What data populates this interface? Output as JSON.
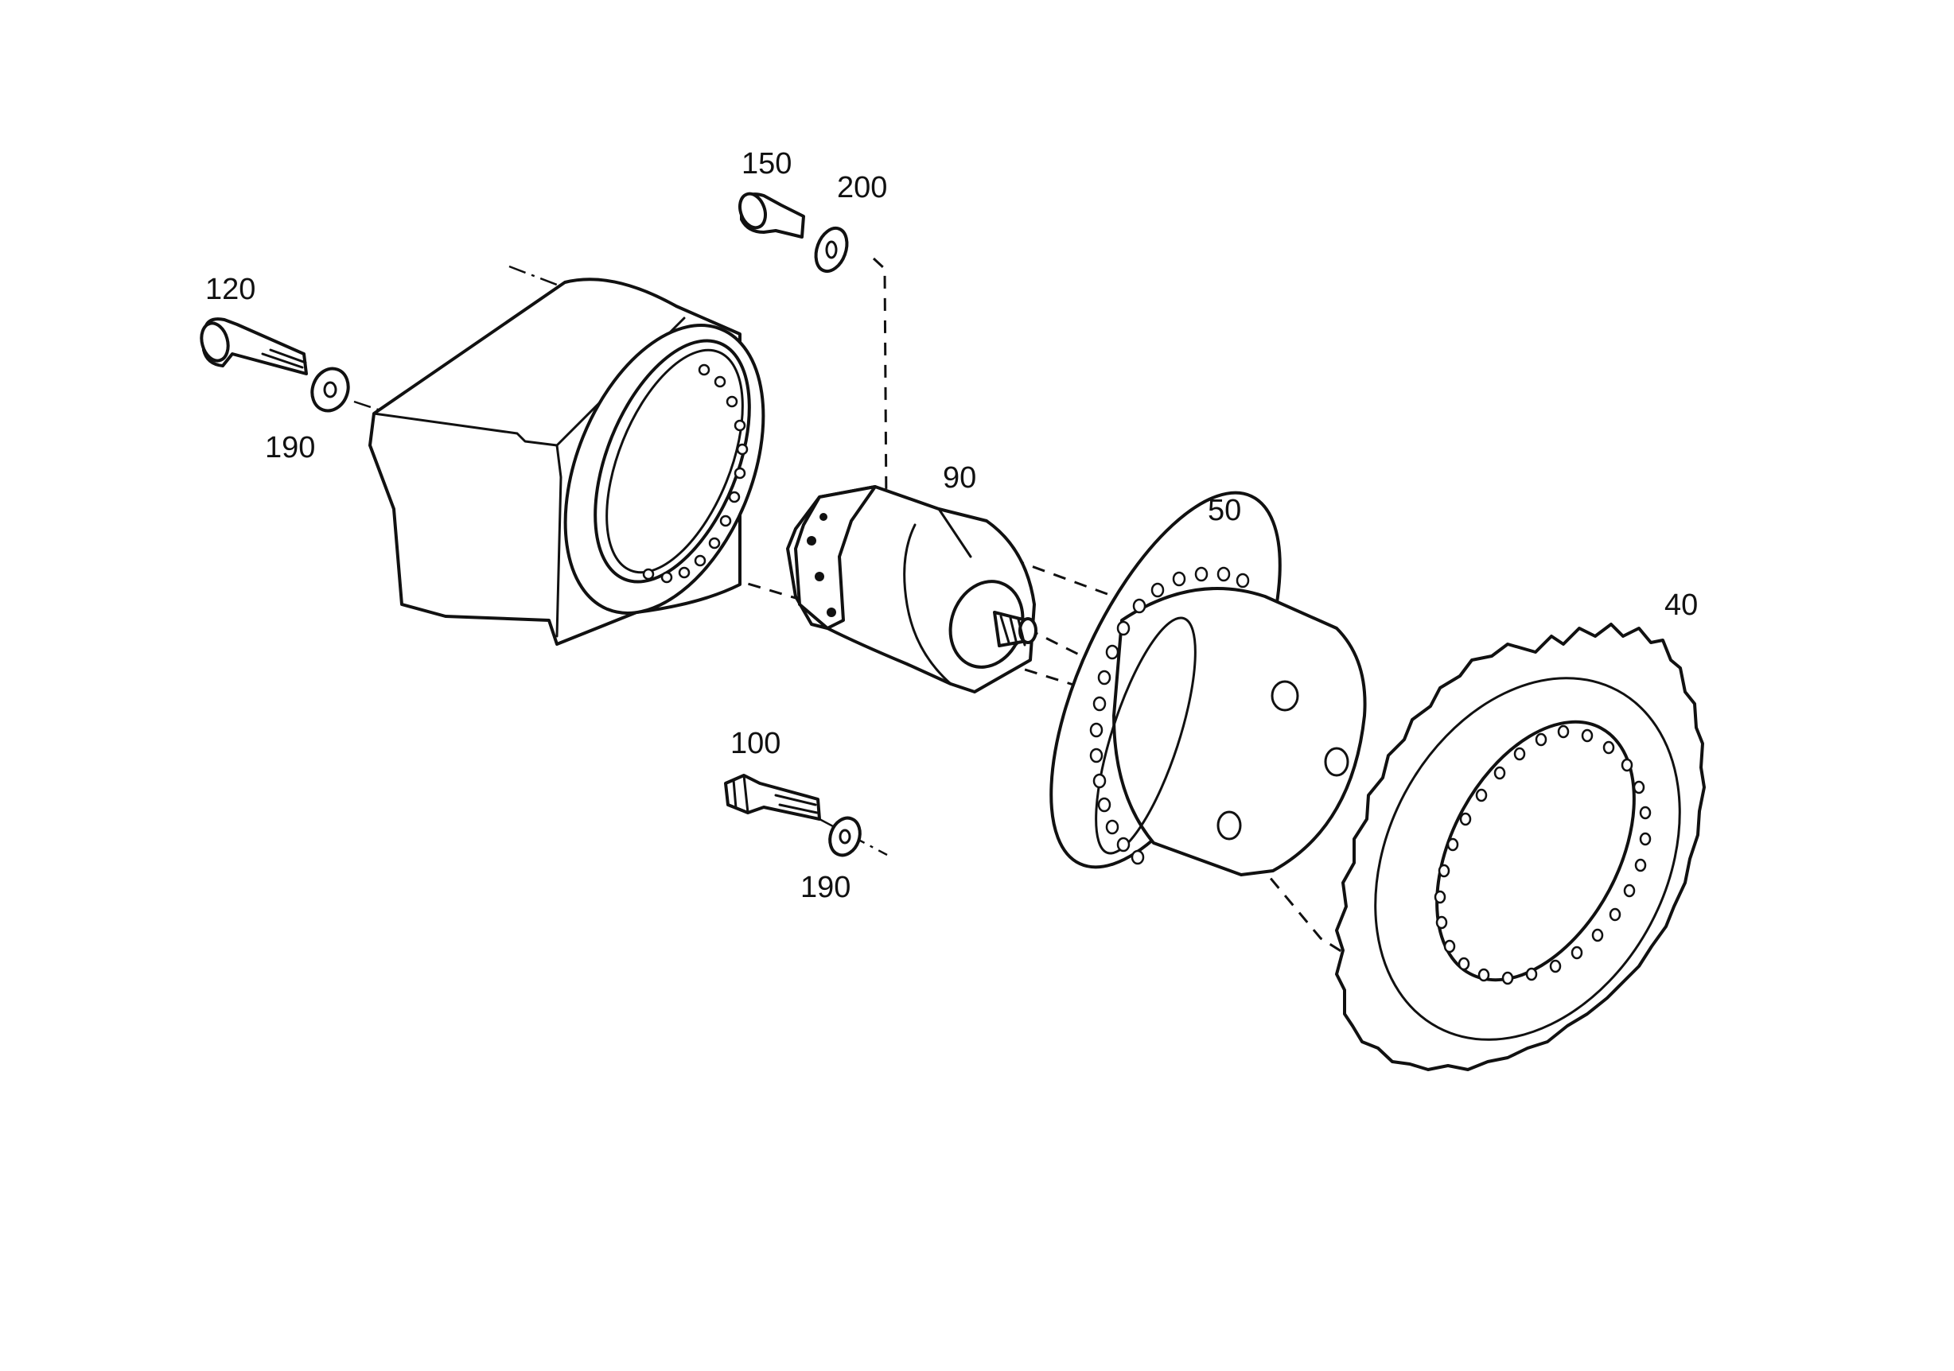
{
  "diagram": {
    "type": "exploded parts view",
    "callouts": {
      "c40": "40",
      "c50": "50",
      "c90": "90",
      "c100": "100",
      "c120": "120",
      "c150": "150",
      "c190a": "190",
      "c190b": "190",
      "c200": "200"
    }
  }
}
